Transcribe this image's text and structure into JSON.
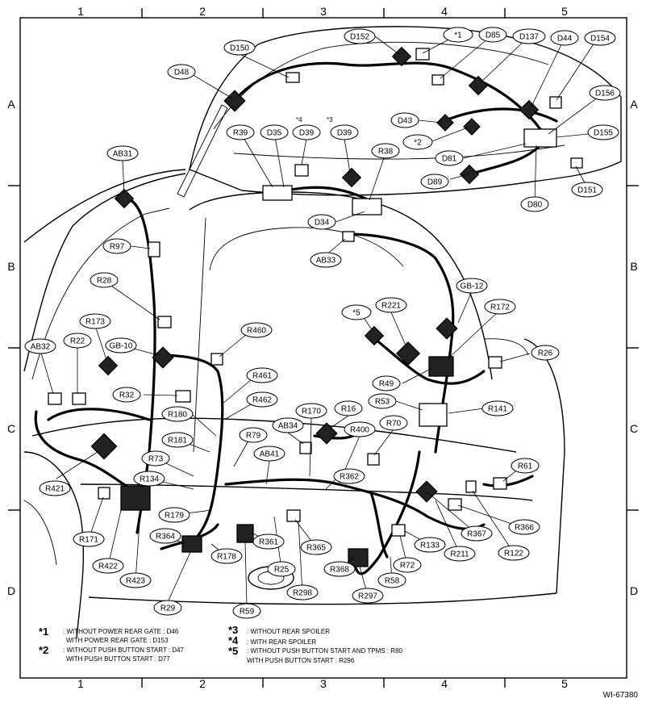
{
  "grid": {
    "columns": [
      "1",
      "2",
      "3",
      "4",
      "5"
    ],
    "rows": [
      "A",
      "B",
      "C",
      "D"
    ]
  },
  "labels": [
    {
      "id": "D150",
      "text": "D150"
    },
    {
      "id": "D152",
      "text": "D152"
    },
    {
      "id": "star1",
      "text": "*1"
    },
    {
      "id": "D85",
      "text": "D85"
    },
    {
      "id": "D137",
      "text": "D137"
    },
    {
      "id": "D44",
      "text": "D44"
    },
    {
      "id": "D154",
      "text": "D154"
    },
    {
      "id": "D48",
      "text": "D48"
    },
    {
      "id": "D156",
      "text": "D156"
    },
    {
      "id": "D43",
      "text": "D43"
    },
    {
      "id": "star2",
      "text": "*2"
    },
    {
      "id": "D155",
      "text": "D155"
    },
    {
      "id": "D81",
      "text": "D81"
    },
    {
      "id": "R39",
      "text": "R39"
    },
    {
      "id": "D35",
      "text": "D35"
    },
    {
      "id": "D39a",
      "text": "D39"
    },
    {
      "id": "D39b",
      "text": "D39"
    },
    {
      "id": "R38",
      "text": "R38"
    },
    {
      "id": "D89",
      "text": "D89"
    },
    {
      "id": "D151",
      "text": "D151"
    },
    {
      "id": "D80",
      "text": "D80"
    },
    {
      "id": "AB31",
      "text": "AB31"
    },
    {
      "id": "D34",
      "text": "D34"
    },
    {
      "id": "R97",
      "text": "R97"
    },
    {
      "id": "AB33",
      "text": "AB33"
    },
    {
      "id": "GB12",
      "text": "GB-12"
    },
    {
      "id": "R28",
      "text": "R28"
    },
    {
      "id": "star5",
      "text": "*5"
    },
    {
      "id": "R221",
      "text": "R221"
    },
    {
      "id": "R172",
      "text": "R172"
    },
    {
      "id": "R173",
      "text": "R173"
    },
    {
      "id": "R460",
      "text": "R460"
    },
    {
      "id": "AB32",
      "text": "AB32"
    },
    {
      "id": "R22",
      "text": "R22"
    },
    {
      "id": "GB10",
      "text": "GB-10"
    },
    {
      "id": "R26",
      "text": "R26"
    },
    {
      "id": "R461",
      "text": "R461"
    },
    {
      "id": "R49",
      "text": "R49"
    },
    {
      "id": "R32",
      "text": "R32"
    },
    {
      "id": "R462",
      "text": "R462"
    },
    {
      "id": "R53",
      "text": "R53"
    },
    {
      "id": "R141",
      "text": "R141"
    },
    {
      "id": "R170",
      "text": "R170"
    },
    {
      "id": "R16",
      "text": "R16"
    },
    {
      "id": "R180",
      "text": "R180"
    },
    {
      "id": "AB34",
      "text": "AB34"
    },
    {
      "id": "R70",
      "text": "R70"
    },
    {
      "id": "R400",
      "text": "R400"
    },
    {
      "id": "R79",
      "text": "R79"
    },
    {
      "id": "R181",
      "text": "R181"
    },
    {
      "id": "AB41",
      "text": "AB41"
    },
    {
      "id": "R73",
      "text": "R73"
    },
    {
      "id": "R61",
      "text": "R61"
    },
    {
      "id": "R421",
      "text": "R421"
    },
    {
      "id": "R134",
      "text": "R134"
    },
    {
      "id": "R362",
      "text": "R362"
    },
    {
      "id": "R179",
      "text": "R179"
    },
    {
      "id": "R171",
      "text": "R171"
    },
    {
      "id": "R367",
      "text": "R367"
    },
    {
      "id": "R366",
      "text": "R366"
    },
    {
      "id": "R364",
      "text": "R364"
    },
    {
      "id": "R361",
      "text": "R361"
    },
    {
      "id": "R365",
      "text": "R365"
    },
    {
      "id": "R133",
      "text": "R133"
    },
    {
      "id": "R178",
      "text": "R178"
    },
    {
      "id": "R211",
      "text": "R211"
    },
    {
      "id": "R122",
      "text": "R122"
    },
    {
      "id": "R422",
      "text": "R422"
    },
    {
      "id": "R72",
      "text": "R72"
    },
    {
      "id": "R25",
      "text": "R25"
    },
    {
      "id": "R368",
      "text": "R368"
    },
    {
      "id": "R423",
      "text": "R423"
    },
    {
      "id": "R298",
      "text": "R298"
    },
    {
      "id": "R58",
      "text": "R58"
    },
    {
      "id": "R297",
      "text": "R297"
    },
    {
      "id": "R29",
      "text": "R29"
    },
    {
      "id": "R59",
      "text": "R59"
    }
  ],
  "inline_marks": {
    "star4_small": "*4",
    "star3_small": "*3"
  },
  "notes": [
    {
      "mark": "*1",
      "lines": [
        ": WITHOUT POWER REAR GATE : D46",
        "WITH POWER REAR GATE : D153"
      ]
    },
    {
      "mark": "*2",
      "lines": [
        ": WITHOUT PUSH BUTTON START : D47",
        "WITH PUSH BUTTON START : D77"
      ]
    },
    {
      "mark": "*3",
      "lines": [
        ": WITHOUT REAR SPOILER"
      ]
    },
    {
      "mark": "*4",
      "lines": [
        ": WITH REAR SPOILER"
      ]
    },
    {
      "mark": "*5",
      "lines": [
        ": WITHOUT PUSH BUTTON START AND TPMS : R80",
        "WITH PUSH BUTTON START : R296"
      ]
    }
  ],
  "figure_code": "WI-67380"
}
